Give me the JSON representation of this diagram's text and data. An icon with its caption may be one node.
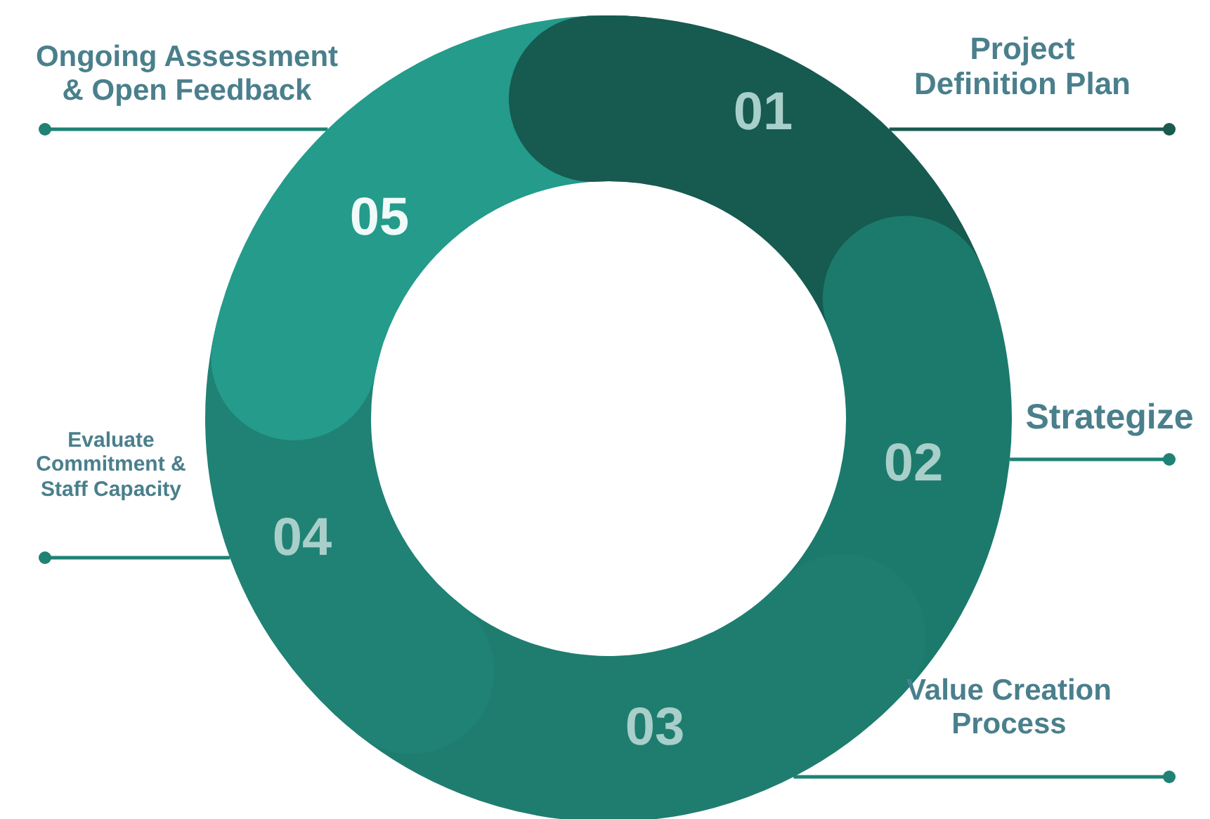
{
  "diagram": {
    "nodes": [
      {
        "text": [
          "01"
        ]
      },
      {
        "text": [
          "02"
        ]
      },
      {
        "text": [
          "03"
        ]
      },
      {
        "text": [
          "04"
        ]
      },
      {
        "text": [
          "05"
        ]
      },
      {
        "text": [
          "Project Definition Plan"
        ]
      },
      {
        "text": [
          "Strategize"
        ]
      },
      {
        "text": [
          "Value Creation Process"
        ]
      },
      {
        "text": [
          "Evaluate Commitment & Staff Capacity"
        ]
      },
      {
        "text": [
          "Ongoing Assessment & Open Feedback"
        ]
      }
    ],
    "edges": [
      {
        "from": 5,
        "to": 0,
        "arrow": "other",
        "color": "#1a5a50"
      },
      {
        "from": 6,
        "to": 1,
        "arrow": "other"
      },
      {
        "from": 7,
        "to": 2,
        "arrow": "other"
      },
      {
        "from": 8,
        "to": 3,
        "arrow": "other"
      },
      {
        "from": 9,
        "to": 4,
        "arrow": "other"
      }
    ]
  }
}
